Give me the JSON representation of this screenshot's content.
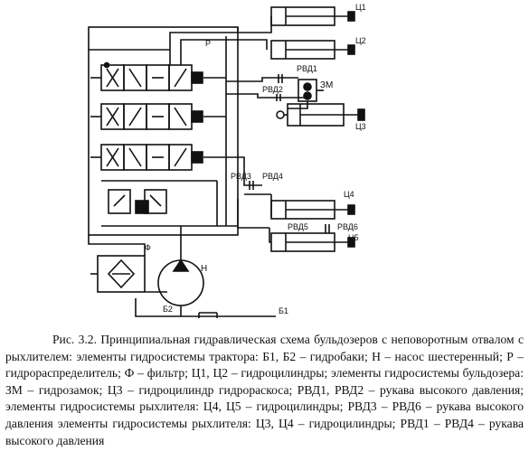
{
  "diagram": {
    "labels": {
      "c1": "Ц1",
      "c2": "Ц2",
      "c3": "Ц3",
      "c4": "Ц4",
      "c5": "Ц5",
      "p": "Р",
      "rvd1": "РВД1",
      "rvd2": "РВД2",
      "rvd3": "РВД3",
      "rvd4": "РВД4",
      "rvd5": "РВД5",
      "rvd6": "РВД6",
      "zm": "ЗМ",
      "f": "Ф",
      "n": "Н",
      "b1": "Б1",
      "b2": "Б2"
    }
  },
  "caption": {
    "text": "Рис. 3.2. Принципиальная гидравлическая схема бульдозеров с неповоротным отвалом с рыхлителем: элементы гидросистемы трактора: Б1, Б2 – гидробаки; Н – насос шестеренный; Р – гидрораспределитель; Ф – фильтр; Ц1, Ц2 – гидроцилиндры; элементы гидросистемы бульдозера: ЗМ – гидрозамок; Ц3 – гидроцилиндр гидрораскоса; РВД1, РВД2 – рукава высокого давления; элементы гидросистемы рыхлителя: Ц4, Ц5 – гидроцилиндры; РВД3 – РВД6 – рукава высокого давления элементы гидросистемы рыхлителя: Ц3, Ц4 – гидроцилиндры; РВД1 – РВД4 – рукава высокого давления"
  }
}
